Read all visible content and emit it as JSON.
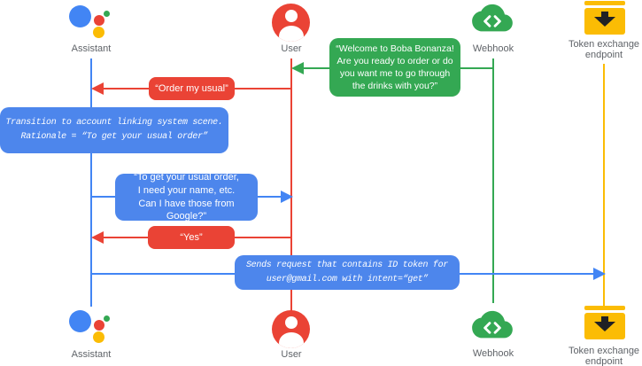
{
  "colors": {
    "blue": "#4285f4",
    "blue_bubble": "#4d86ec",
    "red": "#ea4335",
    "green": "#34a853",
    "yellow": "#fbbc04",
    "label_gray": "#5f6368"
  },
  "actors": {
    "assistant": {
      "label": "Assistant"
    },
    "user": {
      "label": "User"
    },
    "webhook": {
      "label": "Webhook"
    },
    "token_endpoint": {
      "label": "Token exchange\nendpoint"
    }
  },
  "messages": {
    "welcome": {
      "text": "“Welcome to Boba Bonanza!\nAre you ready to order or do\nyou want me to go through\nthe drinks with you?”",
      "from": "webhook",
      "to": "user"
    },
    "order_usual": {
      "text": "“Order my usual”",
      "from": "user",
      "to": "assistant"
    },
    "transition_note": {
      "text": "Transition to account linking system scene.\nRationale = “To get your usual order”",
      "from": "assistant",
      "to": "assistant"
    },
    "get_usual": {
      "text": "“To get your usual order,\nI need your name, etc.\nCan I have those from Google?”",
      "from": "assistant",
      "to": "user"
    },
    "yes": {
      "text": "“Yes”",
      "from": "user",
      "to": "assistant"
    },
    "sends_request": {
      "text": "Sends request that contains ID token for\nuser@gmail.com with intent=“get”",
      "from": "assistant",
      "to": "token_endpoint"
    }
  }
}
